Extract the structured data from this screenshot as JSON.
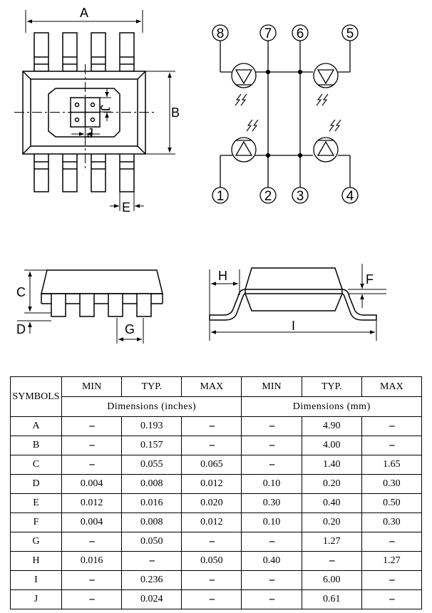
{
  "drawing": {
    "labels": {
      "A": "A",
      "B": "B",
      "C": "C",
      "D": "D",
      "E": "E",
      "F": "F",
      "G": "G",
      "H": "H",
      "I": "I",
      "J_top": "J",
      "J_side": "J"
    },
    "pins": [
      "8",
      "7",
      "6",
      "5",
      "1",
      "2",
      "3",
      "4"
    ]
  },
  "table": {
    "symbols_header": "SYMBOLS",
    "col_headers": [
      "MIN",
      "TYP.",
      "MAX",
      "MIN",
      "TYP.",
      "MAX"
    ],
    "unit_inches": "Dimensions (inches)",
    "unit_mm": "Dimensions (mm)",
    "rows": [
      {
        "sym": "A",
        "v": [
          "--",
          "0.193",
          "--",
          "--",
          "4.90",
          "--"
        ]
      },
      {
        "sym": "B",
        "v": [
          "--",
          "0.157",
          "--",
          "--",
          "4.00",
          "--"
        ]
      },
      {
        "sym": "C",
        "v": [
          "--",
          "0.055",
          "0.065",
          "--",
          "1.40",
          "1.65"
        ]
      },
      {
        "sym": "D",
        "v": [
          "0.004",
          "0.008",
          "0.012",
          "0.10",
          "0.20",
          "0.30"
        ]
      },
      {
        "sym": "E",
        "v": [
          "0.012",
          "0.016",
          "0.020",
          "0.30",
          "0.40",
          "0.50"
        ]
      },
      {
        "sym": "F",
        "v": [
          "0.004",
          "0.008",
          "0.012",
          "0.10",
          "0.20",
          "0.30"
        ]
      },
      {
        "sym": "G",
        "v": [
          "--",
          "0.050",
          "--",
          "--",
          "1.27",
          "--"
        ]
      },
      {
        "sym": "H",
        "v": [
          "0.016",
          "--",
          "0.050",
          "0.40",
          "--",
          "1.27"
        ]
      },
      {
        "sym": "I",
        "v": [
          "--",
          "0.236",
          "--",
          "--",
          "6.00",
          "--"
        ]
      },
      {
        "sym": "J",
        "v": [
          "--",
          "0.024",
          "--",
          "--",
          "0.61",
          "--"
        ]
      }
    ]
  }
}
